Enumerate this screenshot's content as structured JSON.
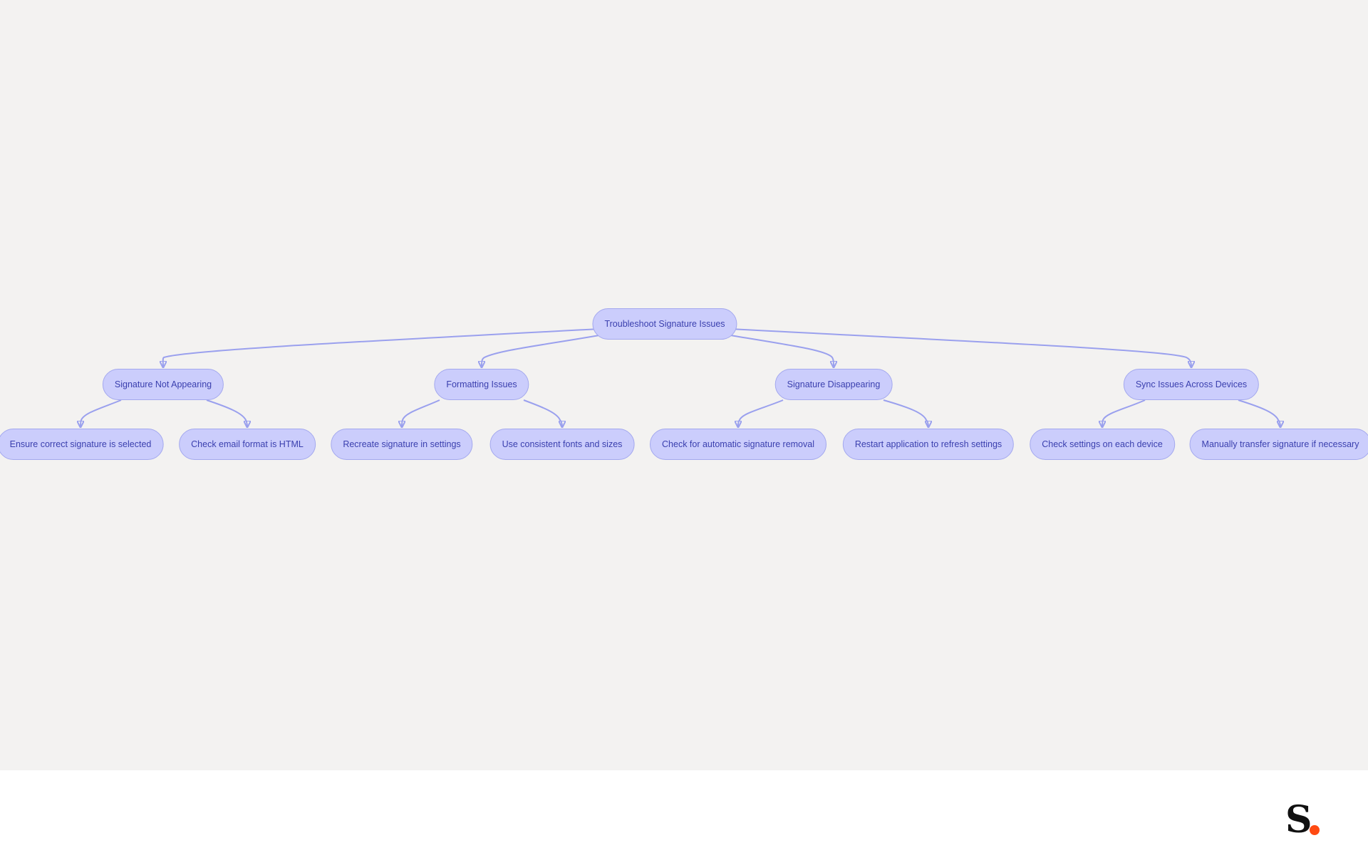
{
  "diagram": {
    "root": {
      "label": "Troubleshoot Signature Issues"
    },
    "branches": [
      {
        "label": "Signature Not Appearing",
        "children": [
          "Ensure correct signature is selected",
          "Check email format is HTML"
        ]
      },
      {
        "label": "Formatting Issues",
        "children": [
          "Recreate signature in settings",
          "Use consistent fonts and sizes"
        ]
      },
      {
        "label": "Signature Disappearing",
        "children": [
          "Check for automatic signature removal",
          "Restart application to refresh settings"
        ]
      },
      {
        "label": "Sync Issues Across Devices",
        "children": [
          "Check settings on each device",
          "Manually transfer signature if necessary"
        ]
      }
    ]
  },
  "footer": {
    "logo": {
      "letter": "S",
      "icon": "brand-logo-icon"
    }
  },
  "colors": {
    "canvas_background": "#f3f2f1",
    "node_fill": "#cbcdfc",
    "node_border": "#a3a8ee",
    "node_text": "#3a3fae",
    "edge": "#9aa0ee",
    "logo_dot": "#ff4a12"
  }
}
